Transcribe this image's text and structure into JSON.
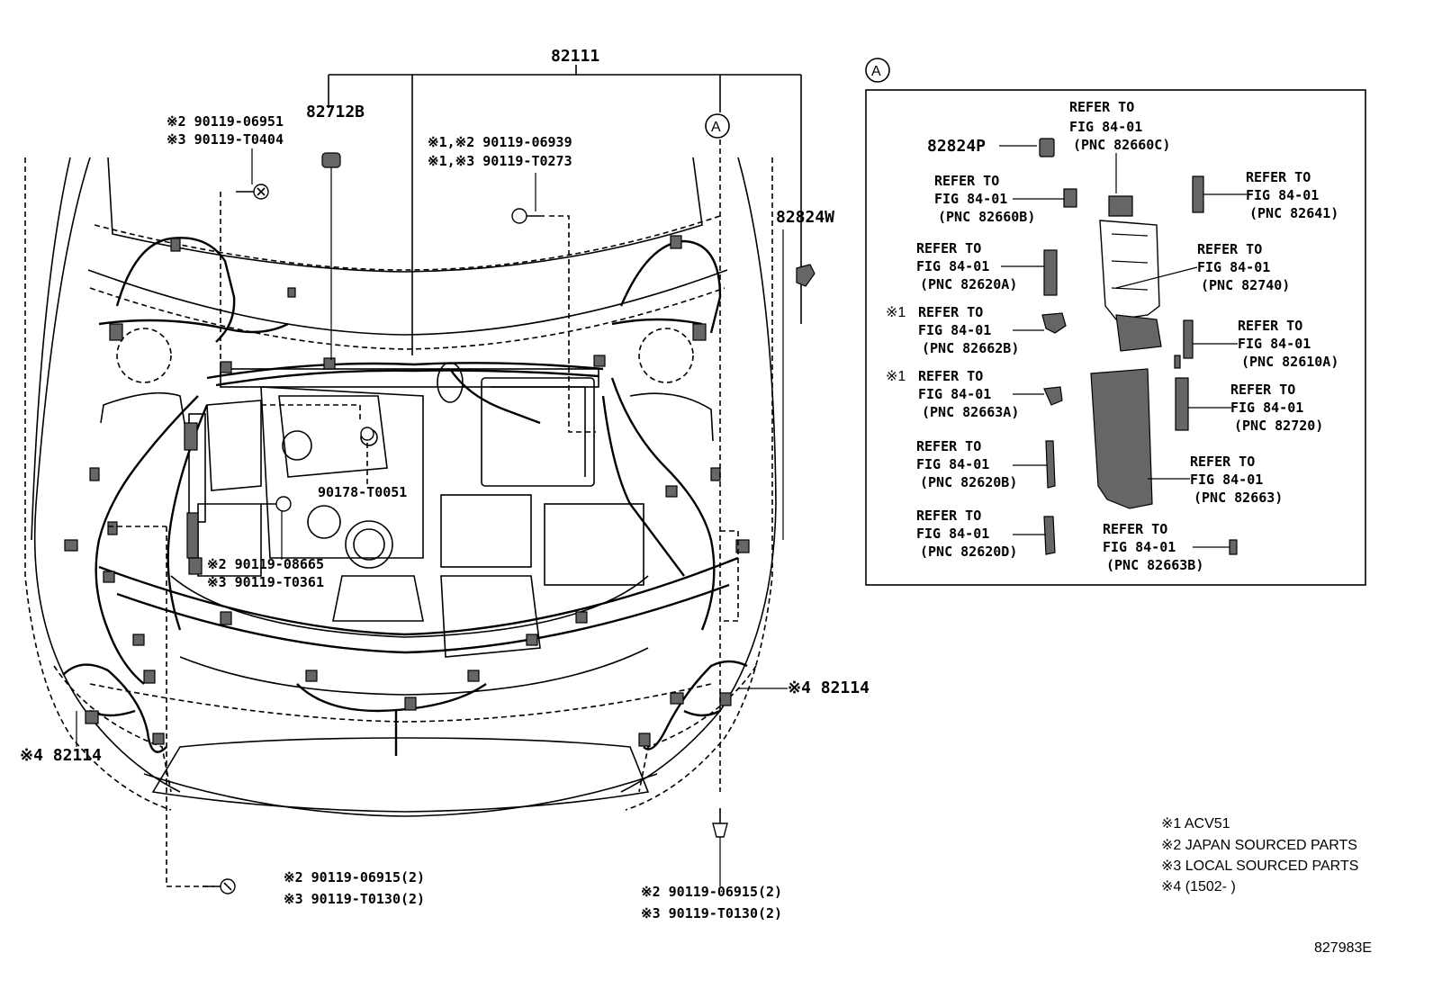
{
  "main_labels": {
    "harness_82111": "82111",
    "part_82712B": "82712B",
    "part_82824W": "82824W",
    "part_82114_right": "※4 82114",
    "part_82114_left": "※4 82114",
    "callout_a_main": "A"
  },
  "bolt_labels": {
    "top_left_1": "※2 90119-06951",
    "top_left_2": "※3 90119-T0404",
    "top_center_1": "※1,※2 90119-06939",
    "top_center_2": "※1,※3 90119-T0273",
    "center_clip": "90178-T0051",
    "mid_left_1": "※2 90119-08665",
    "mid_left_2": "※3 90119-T0361",
    "bottom_left_1": "※2 90119-06915(2)",
    "bottom_left_2": "※3 90119-T0130(2)",
    "bottom_right_1": "※2 90119-06915(2)",
    "bottom_right_2": "※3 90119-T0130(2)"
  },
  "inset": {
    "callout": "A",
    "part_82824P": "82824P",
    "refs": [
      {
        "l1": "REFER TO",
        "l2": "FIG 84-01",
        "l3": "(PNC 82660C)"
      },
      {
        "l1": "REFER TO",
        "l2": "FIG 84-01",
        "l3": "(PNC 82660B)"
      },
      {
        "l1": "REFER TO",
        "l2": "FIG 84-01",
        "l3": "(PNC 82641)"
      },
      {
        "l1": "REFER TO",
        "l2": "FIG 84-01",
        "l3": "(PNC 82620A)"
      },
      {
        "l1": "REFER TO",
        "l2": "FIG 84-01",
        "l3": "(PNC 82740)"
      },
      {
        "l0": "※1",
        "l1": "REFER TO",
        "l2": "FIG 84-01",
        "l3": "(PNC 82662B)"
      },
      {
        "l1": "REFER TO",
        "l2": "FIG 84-01",
        "l3": "(PNC 82610A)"
      },
      {
        "l0": "※1",
        "l1": "REFER TO",
        "l2": "FIG 84-01",
        "l3": "(PNC 82663A)"
      },
      {
        "l1": "REFER TO",
        "l2": "FIG 84-01",
        "l3": "(PNC 82720)"
      },
      {
        "l1": "REFER TO",
        "l2": "FIG 84-01",
        "l3": "(PNC 82620B)"
      },
      {
        "l1": "REFER TO",
        "l2": "FIG 84-01",
        "l3": "(PNC 82663)"
      },
      {
        "l1": "REFER TO",
        "l2": "FIG 84-01",
        "l3": "(PNC 82620D)"
      },
      {
        "l1": "REFER TO",
        "l2": "FIG 84-01",
        "l3": "(PNC 82663B)"
      }
    ]
  },
  "legend": [
    "※1 ACV51",
    "※2 JAPAN SOURCED PARTS",
    "※3 LOCAL SOURCED PARTS",
    "※4 (1502-      )"
  ],
  "drawing_number": "827983E"
}
